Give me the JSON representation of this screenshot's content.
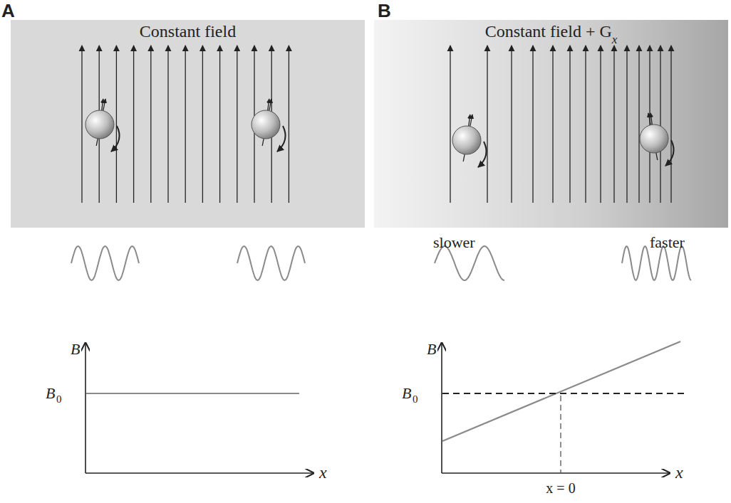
{
  "diagram": {
    "nodes": [
      {
        "text": [
          "Constant field"
        ]
      },
      {
        "text": [
          "Constant field + G",
          "x"
        ]
      }
    ],
    "labels": [
      "A",
      "B",
      "slower",
      "faster",
      "B",
      "B",
      "0",
      "x",
      "B",
      "B",
      "0",
      "x",
      "x = 0"
    ]
  }
}
